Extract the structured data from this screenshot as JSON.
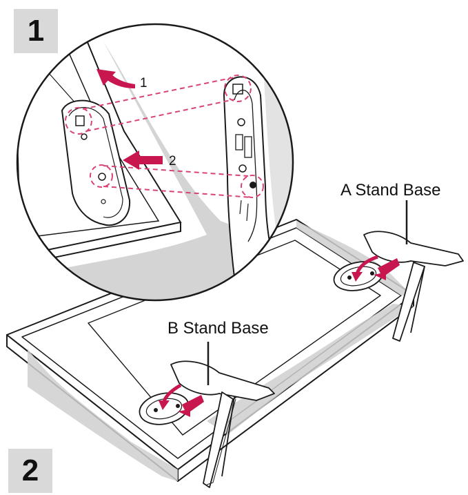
{
  "steps": {
    "step1": "1",
    "step2": "2"
  },
  "labels": {
    "a_stand_base": "A Stand Base",
    "b_stand_base": "B Stand Base",
    "callout_1": "1",
    "callout_2": "2"
  },
  "colors": {
    "arrow": "#c8174f",
    "dashed": "#d94373",
    "line": "#1a1a1a",
    "shade": "#c9c9c9",
    "box": "#d9d9d9"
  }
}
